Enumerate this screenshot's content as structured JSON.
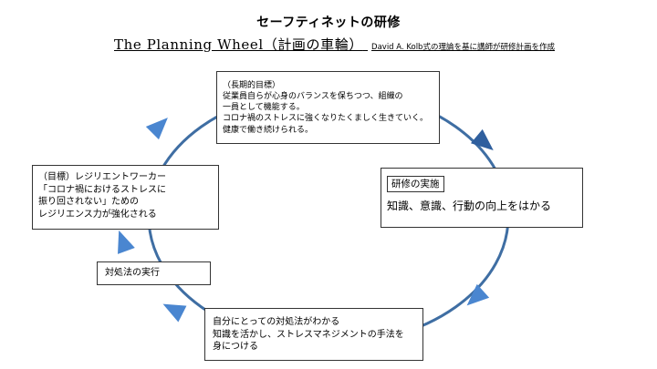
{
  "header": {
    "title": "セーフティネットの研修",
    "subtitle": "The Planning Wheel（計画の車輪）",
    "subtitle_note": "David A. Kolb式の理論を基に講師が研修計画を作成"
  },
  "boxes": {
    "long_term_goal": {
      "lines": [
        "（長期的目標）",
        "従業員自らが心身のバランスを保ちつつ、組織の",
        "一員として機能する。",
        "コロナ禍のストレスに強くなりたくましく生きていく。",
        "健康で働き続けられる。"
      ]
    },
    "training": {
      "tag": "研修の実施",
      "body": "知識、意識、行動の向上をはかる"
    },
    "goal": {
      "lines": [
        "（目標）レジリエントワーカー",
        "「コロナ禍におけるストレスに",
        "振り回されない」ための",
        "レジリエンス力が強化される"
      ]
    },
    "execution": {
      "text": "対処法の実行"
    },
    "coping": {
      "lines": [
        "自分にとっての対処法がわかる",
        "知識を活かし、ストレスマネジメントの手法を",
        "身につける"
      ]
    }
  },
  "colors": {
    "wheel_stroke": "#3f6ea3",
    "arrow_fill": "#4a86d0",
    "arrow_dark_fill": "#2f5f9e"
  }
}
